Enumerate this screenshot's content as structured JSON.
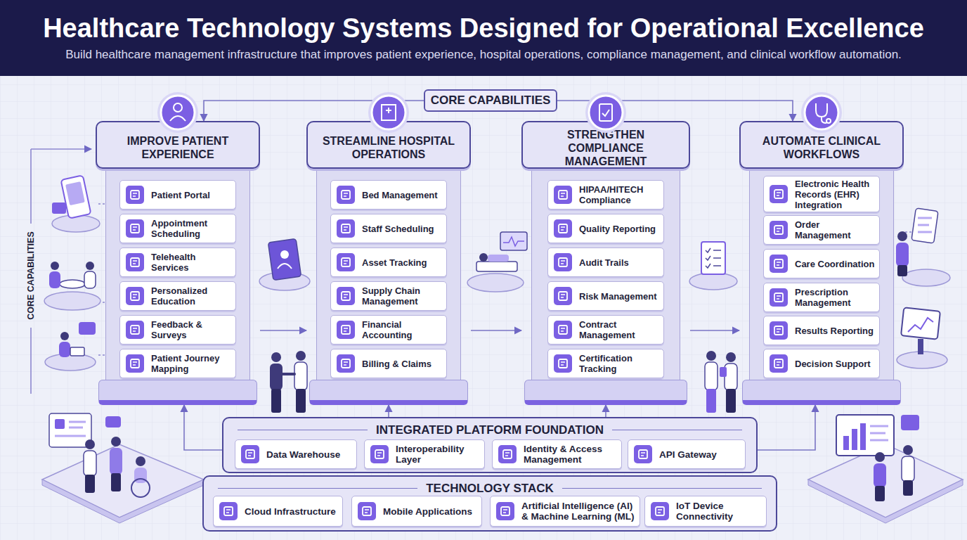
{
  "diagram": {
    "title": "Healthcare Technology Systems Designed for Operational Excellence",
    "caption": "Build healthcare management infrastructure that improves patient experience, hospital operations, compliance management, and clinical workflow automation.",
    "nodes": [
      {
        "text": [
          "CORE CAPABILITIES"
        ]
      },
      {
        "text": [
          "IMPROVE PATIENT EXPERIENCE"
        ]
      },
      {
        "text": [
          "Patient Portal"
        ],
        "in": 1
      },
      {
        "text": [
          "Appointment Scheduling"
        ],
        "in": 1
      },
      {
        "text": [
          "Telehealth Services"
        ],
        "in": 1
      },
      {
        "text": [
          "Personalized Education"
        ],
        "in": 1
      },
      {
        "text": [
          "Feedback & Surveys"
        ],
        "in": 1
      },
      {
        "text": [
          "Patient Journey Mapping"
        ],
        "in": 1
      },
      {
        "text": [
          "STREAMLINE HOSPITAL OPERATIONS"
        ]
      },
      {
        "text": [
          "Bed Management"
        ],
        "in": 8
      },
      {
        "text": [
          "Staff Scheduling"
        ],
        "in": 8
      },
      {
        "text": [
          "Asset Tracking"
        ],
        "in": 8
      },
      {
        "text": [
          "Supply Chain Management"
        ],
        "in": 8
      },
      {
        "text": [
          "Financial Accounting"
        ],
        "in": 8
      },
      {
        "text": [
          "Billing & Claims"
        ],
        "in": 8
      },
      {
        "text": [
          "STRENGTHEN COMPLIANCE MANAGEMENT"
        ]
      },
      {
        "text": [
          "HIPAA/HITECH Compliance"
        ],
        "in": 15
      },
      {
        "text": [
          "Quality Reporting"
        ],
        "in": 15
      },
      {
        "text": [
          "Audit Trails"
        ],
        "in": 15
      },
      {
        "text": [
          "Risk Management"
        ],
        "in": 15
      },
      {
        "text": [
          "Contract Management"
        ],
        "in": 15
      },
      {
        "text": [
          "Certification Tracking"
        ],
        "in": 15
      },
      {
        "text": [
          "AUTOMATE CLINICAL WORKFLOWS"
        ]
      },
      {
        "text": [
          "Electronic Health Records (EHR) Integration"
        ],
        "in": 22
      },
      {
        "text": [
          "Order Management"
        ],
        "in": 22
      },
      {
        "text": [
          "Care Coordination"
        ],
        "in": 22
      },
      {
        "text": [
          "Prescription Management"
        ],
        "in": 22
      },
      {
        "text": [
          "Results Reporting"
        ],
        "in": 22
      },
      {
        "text": [
          "Decision Support"
        ],
        "in": 22
      },
      {
        "text": [
          "INTEGRATED PLATFORM FOUNDATION"
        ]
      },
      {
        "text": [
          "Data Warehouse"
        ],
        "in": 29
      },
      {
        "text": [
          "Interoperability Layer"
        ],
        "in": 29
      },
      {
        "text": [
          "Identity & Access Management"
        ],
        "in": 29
      },
      {
        "text": [
          "API Gateway"
        ],
        "in": 29
      },
      {
        "text": [
          "TECHNOLOGY STACK"
        ]
      },
      {
        "text": [
          "Cloud Infrastructure"
        ],
        "in": 34
      },
      {
        "text": [
          "Mobile Applications"
        ],
        "in": 34
      },
      {
        "text": [
          "Artificial Intelligence (AI) & Machine Learning (ML)"
        ],
        "in": 34
      },
      {
        "text": [
          "IoT Device Connectivity"
        ],
        "in": 34
      }
    ],
    "edges": [
      {
        "from": 0,
        "to": 1,
        "arrow": "to"
      },
      {
        "from": 0,
        "to": 22,
        "arrow": "to"
      },
      {
        "from": 1,
        "to": 8,
        "arrow": "to"
      },
      {
        "from": 8,
        "to": 15,
        "arrow": "to"
      },
      {
        "from": 15,
        "to": 22,
        "arrow": "to"
      },
      {
        "from": 29,
        "to": 1,
        "arrow": "to"
      },
      {
        "from": 29,
        "to": 8,
        "arrow": "to"
      },
      {
        "from": 29,
        "to": 15,
        "arrow": "to"
      },
      {
        "from": 29,
        "to": 22,
        "arrow": "to"
      }
    ],
    "labels": [
      "CORE CAPABILITIES"
    ]
  }
}
